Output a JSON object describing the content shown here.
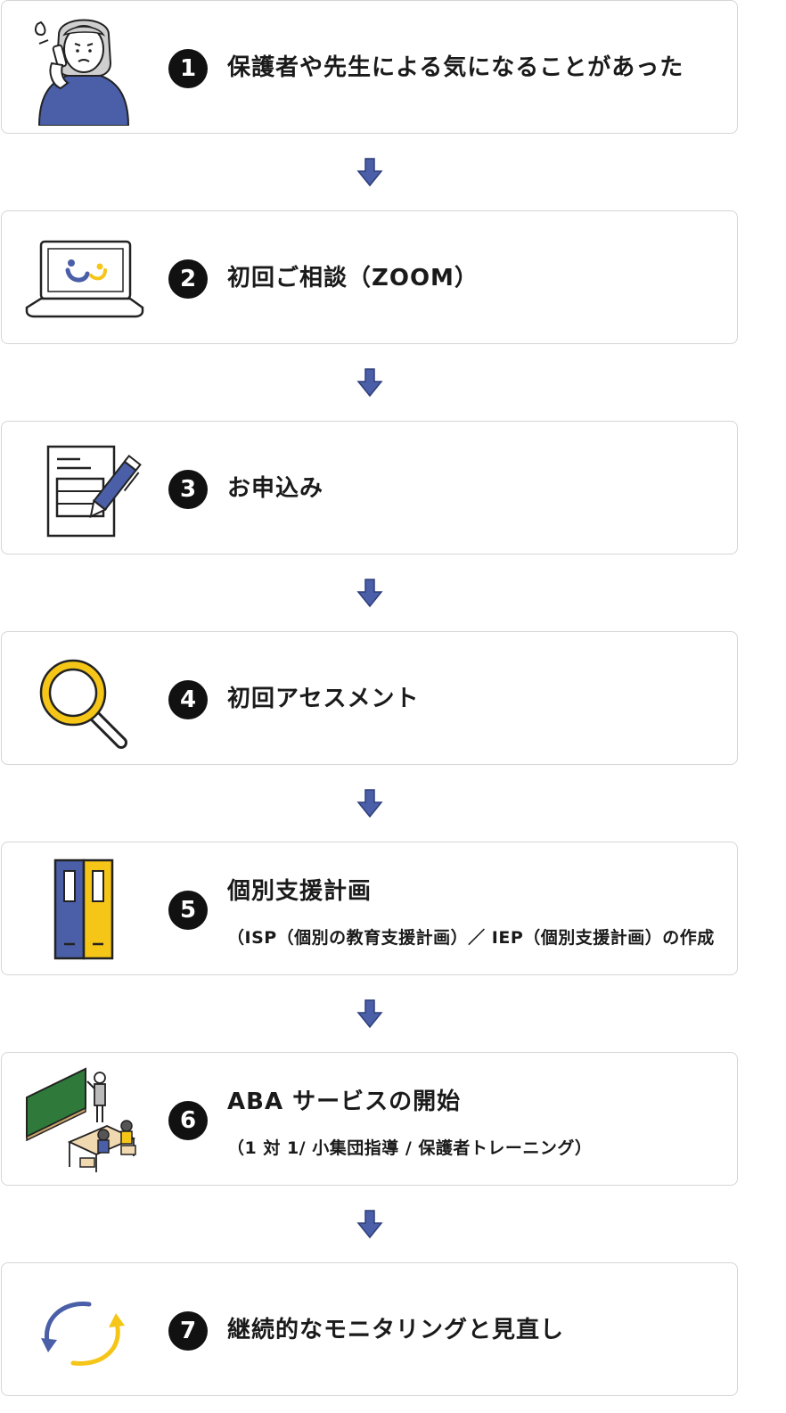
{
  "steps": [
    {
      "number": "1",
      "title": "保護者や先生による気になることがあった",
      "icon": "worried-parent-phone-icon"
    },
    {
      "number": "2",
      "title": "初回ご相談（ZOOM）",
      "icon": "laptop-zoom-icon"
    },
    {
      "number": "3",
      "title": "お申込み",
      "icon": "application-form-pen-icon"
    },
    {
      "number": "4",
      "title": "初回アセスメント",
      "icon": "magnifying-glass-icon"
    },
    {
      "number": "5",
      "title": "個別支援計画",
      "subtitle": "（ISP（個別の教育支援計画）／ IEP（個別支援計画）の作成",
      "icon": "binders-icon"
    },
    {
      "number": "6",
      "title": "ABA サービスの開始",
      "subtitle": "（1 対 1/ 小集団指導 / 保護者トレーニング）",
      "icon": "classroom-icon"
    },
    {
      "number": "7",
      "title": "継続的なモニタリングと見直し",
      "icon": "cycle-arrows-icon"
    }
  ],
  "colors": {
    "arrow": "#4a5fa8",
    "navy": "#4a5fa8",
    "yellow": "#f5c518",
    "border": "#d5d5d5",
    "badge": "#111111"
  }
}
